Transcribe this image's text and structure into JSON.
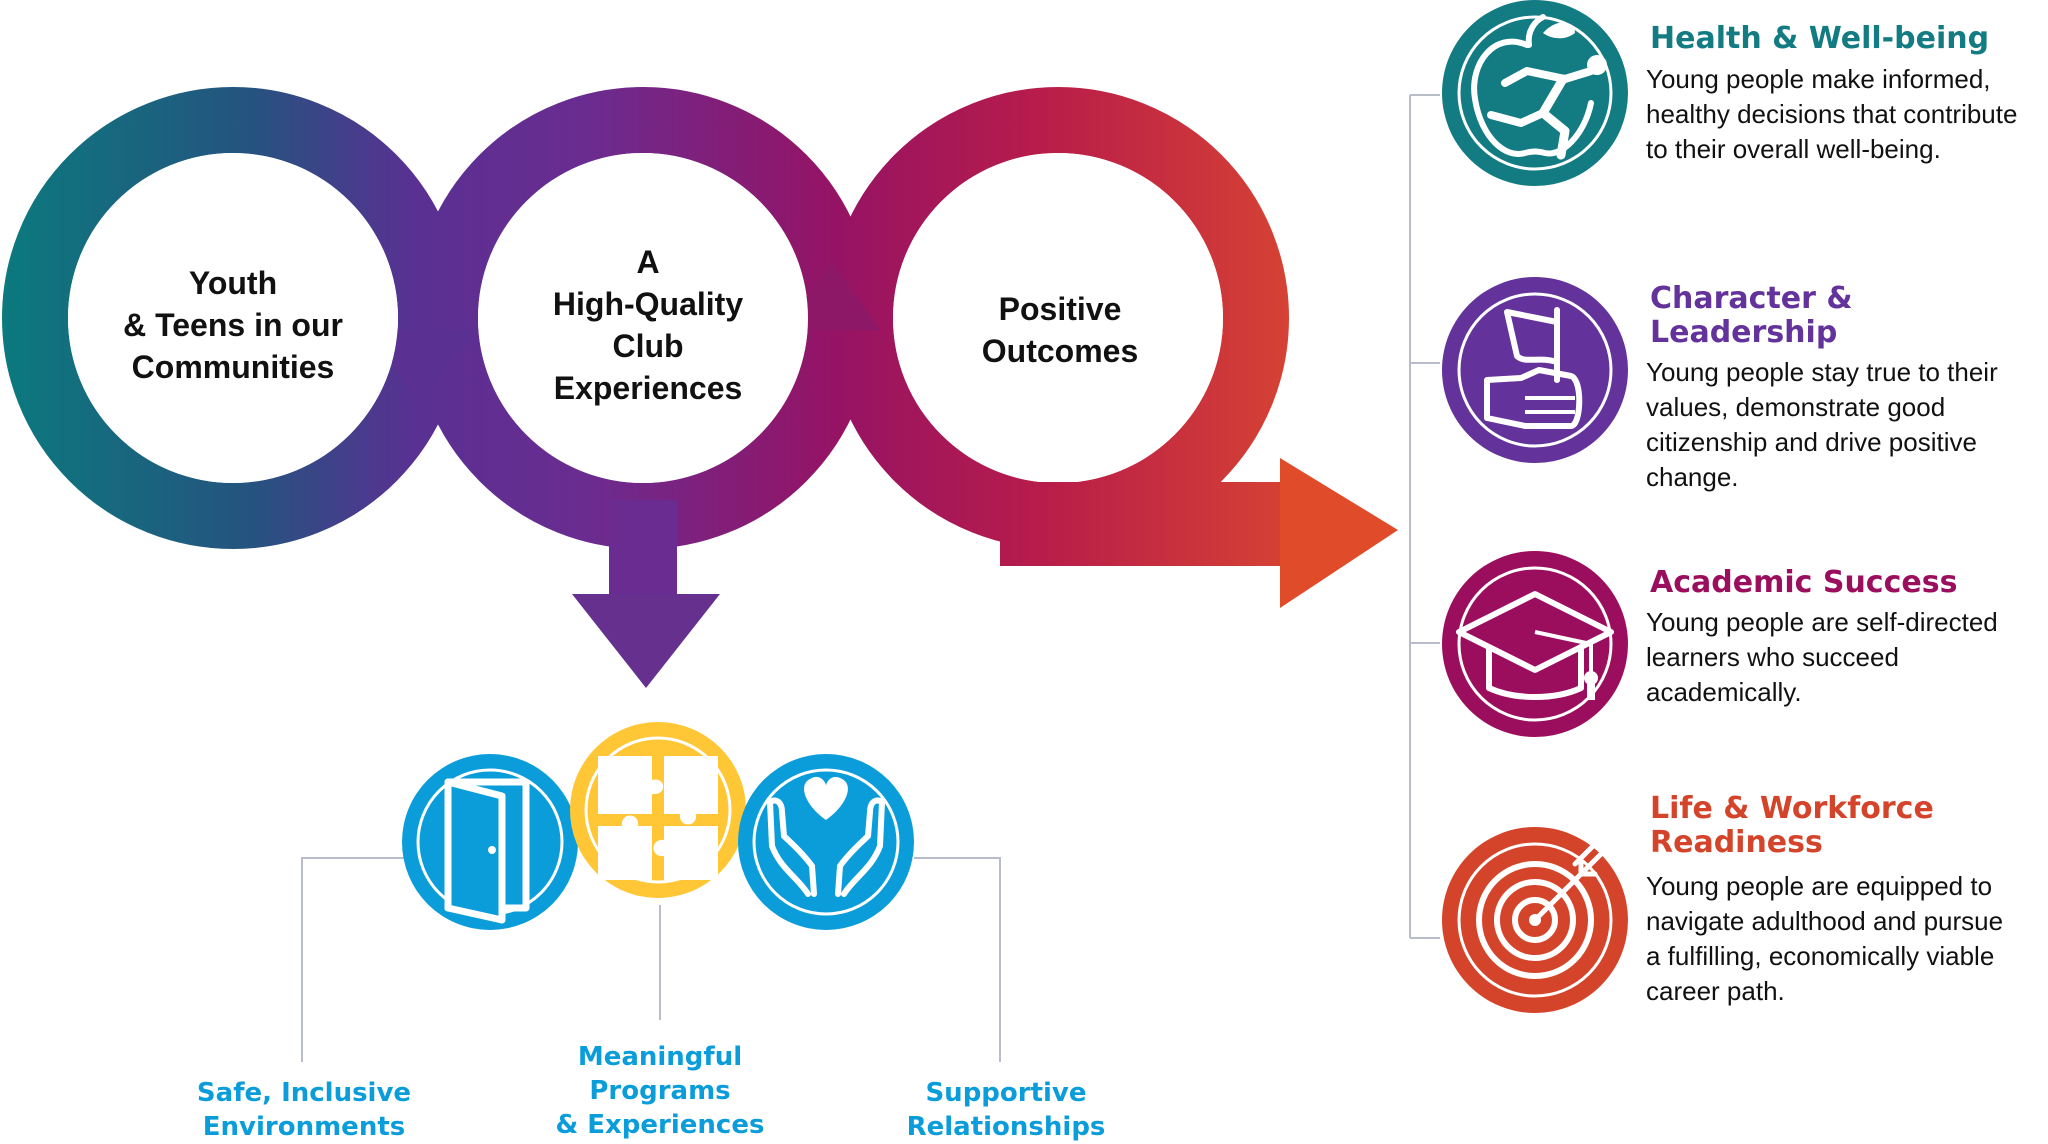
{
  "colors": {
    "teal": "#137B82",
    "purple": "#63329A",
    "magenta": "#9B0E5E",
    "orange_red": "#D4442A",
    "blue": "#0A9DD9",
    "yellow": "#FFC636"
  },
  "loop": {
    "youth": [
      "Youth",
      "& Teens in our",
      "Communities"
    ],
    "club": [
      "A",
      "High-Quality",
      "Club",
      "Experiences"
    ],
    "outcomes": [
      "Positive",
      "Outcomes"
    ]
  },
  "outcomes": [
    {
      "title": [
        "Health & Well-being"
      ],
      "text": [
        "Young people make informed,",
        "healthy decisions that contribute",
        "to their overall well-being."
      ],
      "icon": "apple-runner-icon",
      "color": "#137B82"
    },
    {
      "title": [
        "Character &",
        "Leadership"
      ],
      "text": [
        "Young people stay true to their",
        "values, demonstrate good",
        "citizenship and drive positive",
        "change."
      ],
      "icon": "hand-flag-icon",
      "color": "#63329A"
    },
    {
      "title": [
        "Academic Success"
      ],
      "text": [
        "Young people are self-directed",
        "learners who succeed",
        "academically."
      ],
      "icon": "graduation-cap-icon",
      "color": "#9B0E5E"
    },
    {
      "title": [
        "Life & Workforce",
        "Readiness"
      ],
      "text": [
        "Young people are equipped to",
        "navigate adulthood and pursue",
        "a fulfilling, economically viable",
        "career path."
      ],
      "icon": "target-arrow-icon",
      "color": "#D4442A"
    }
  ],
  "pillars": [
    {
      "label": [
        "Safe, Inclusive",
        "Environments"
      ],
      "icon": "open-door-icon"
    },
    {
      "label": [
        "Meaningful",
        "Programs",
        "& Experiences"
      ],
      "icon": "puzzle-icon"
    },
    {
      "label": [
        "Supportive",
        "Relationships"
      ],
      "icon": "heart-hands-icon"
    }
  ]
}
